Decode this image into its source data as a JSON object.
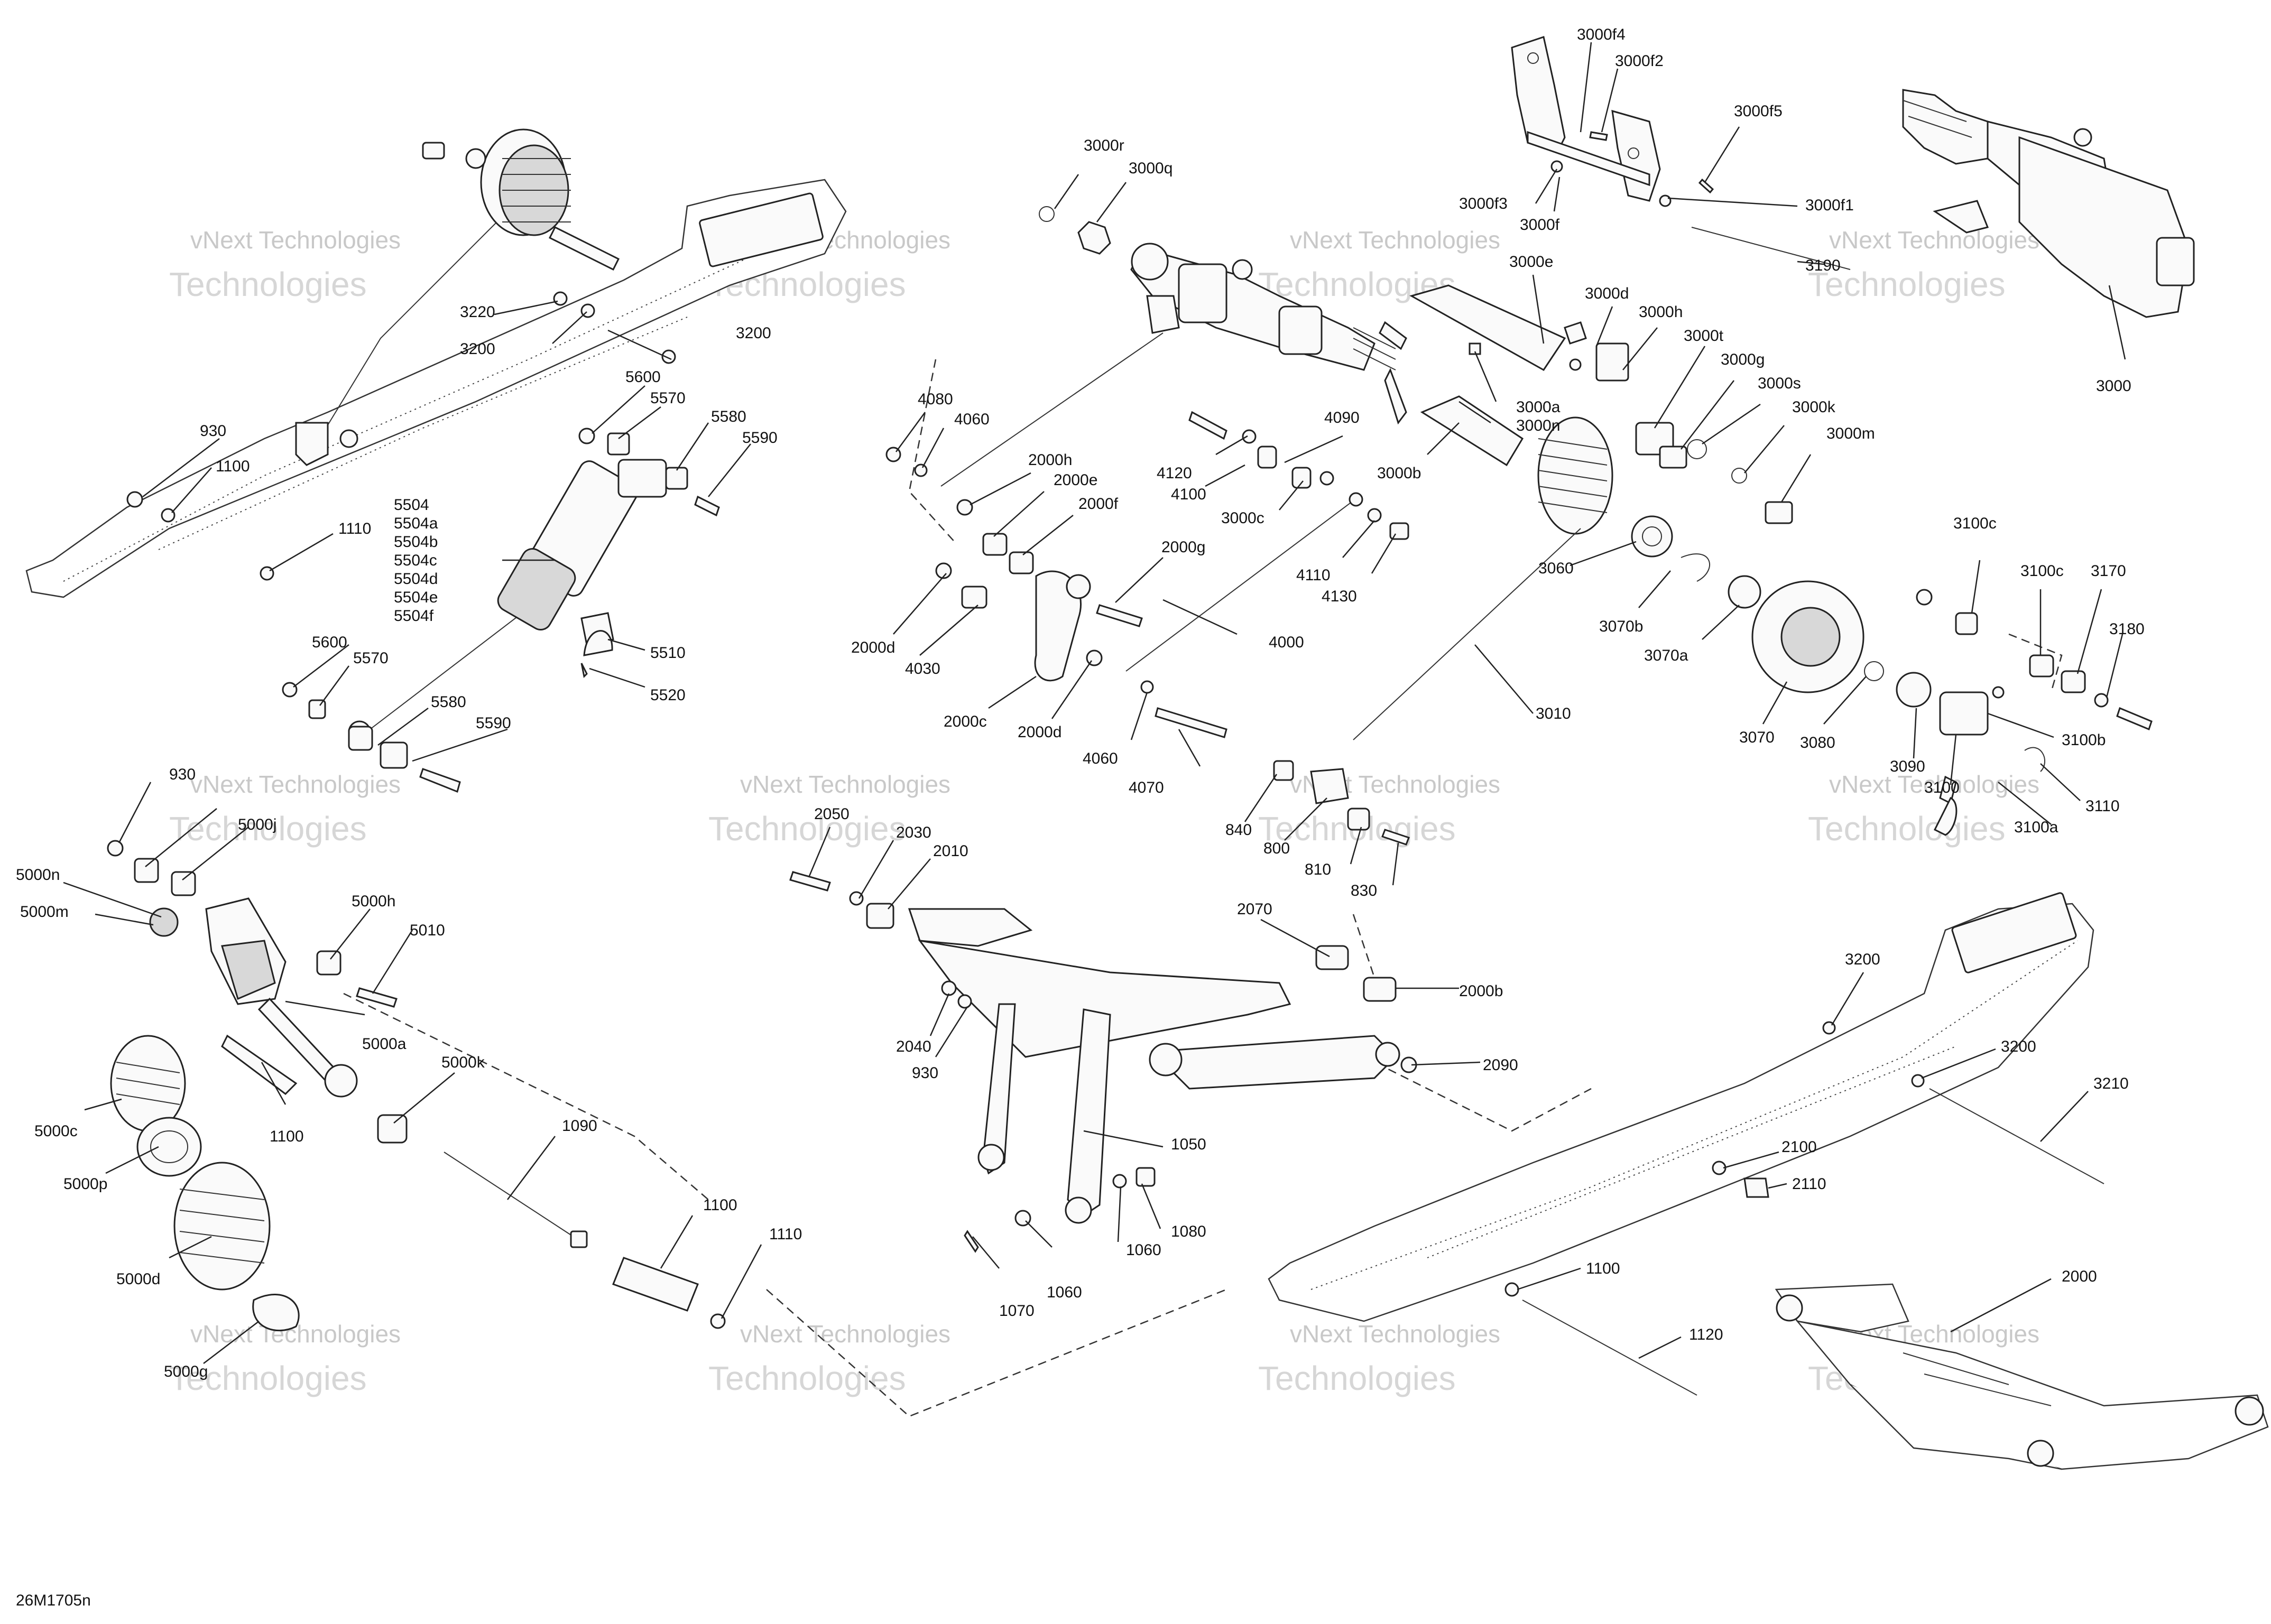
{
  "drawing_id": "26M1705n",
  "watermark": {
    "line1": "vNext Technologies",
    "line2": "Technologies"
  },
  "callouts": {
    "c3220": "3220",
    "c3200a": "3200",
    "c3200b": "3200",
    "c930a": "930",
    "c1100a": "1100",
    "c1110a": "1110",
    "c5600a": "5600",
    "c5570a": "5570",
    "c5580a": "5580",
    "c5590a": "5590",
    "c5504": "5504",
    "c5504a": "5504a",
    "c5504b": "5504b",
    "c5504c": "5504c",
    "c5504d": "5504d",
    "c5504e": "5504e",
    "c5504f": "5504f",
    "c5510": "5510",
    "c5520": "5520",
    "c5600b": "5600",
    "c5570b": "5570",
    "c5580b": "5580",
    "c5590b": "5590",
    "c3000r": "3000r",
    "c3000q": "3000q",
    "c4080": "4080",
    "c4060a": "4060",
    "c4120": "4120",
    "c4100": "4100",
    "c4090": "4090",
    "c3000c": "3000c",
    "c2000h": "2000h",
    "c2000e": "2000e",
    "c2000f": "2000f",
    "c2000g": "2000g",
    "c2000d1": "2000d",
    "c4030": "4030",
    "c2000c": "2000c",
    "c2000d2": "2000d",
    "c4000": "4000",
    "c4110": "4110",
    "c4130": "4130",
    "c4060b": "4060",
    "c4070": "4070",
    "c3000f4": "3000f4",
    "c3000f2": "3000f2",
    "c3000f5": "3000f5",
    "c3000f3": "3000f3",
    "c3000f1": "3000f1",
    "c3000f": "3000f",
    "c3000e": "3000e",
    "c3190": "3190",
    "c3000d": "3000d",
    "c3000h": "3000h",
    "c3000t": "3000t",
    "c3000g": "3000g",
    "c3000s": "3000s",
    "c3000k": "3000k",
    "c3000m": "3000m",
    "c3000a": "3000a",
    "c3000n": "3000n",
    "c3000b": "3000b",
    "c3000": "3000",
    "c3060": "3060",
    "c3070b": "3070b",
    "c3070a": "3070a",
    "c3070": "3070",
    "c3010": "3010",
    "c3080": "3080",
    "c3090": "3090",
    "c3100": "3100",
    "c3100c1": "3100c",
    "c3100c2": "3100c",
    "c3170": "3170",
    "c3180": "3180",
    "c3100b": "3100b",
    "c3110": "3110",
    "c3100a": "3100a",
    "c840": "840",
    "c800": "800",
    "c810": "810",
    "c830": "830",
    "c930b": "930",
    "c5000n": "5000n",
    "c5000m": "5000m",
    "c5000j": "5000j",
    "c5000h": "5000h",
    "c5010": "5010",
    "c5000a": "5000a",
    "c1100b": "1100",
    "c5000c": "5000c",
    "c5000p": "5000p",
    "c5000d": "5000d",
    "c5000g": "5000g",
    "c5000k": "5000k",
    "c1090": "1090",
    "c1100c": "1100",
    "c1110b": "1110",
    "c2050": "2050",
    "c2030": "2030",
    "c2010": "2010",
    "c2070": "2070",
    "c2000b": "2000b",
    "c2040": "2040",
    "c930c": "930",
    "c2090": "2090",
    "c1050": "1050",
    "c1080": "1080",
    "c1060a": "1060",
    "c1060b": "1060",
    "c1070": "1070",
    "c3200c": "3200",
    "c3200d": "3200",
    "c3210": "3210",
    "c2100": "2100",
    "c2110": "2110",
    "c1100d": "1100",
    "c1120": "1120",
    "c2000": "2000"
  }
}
